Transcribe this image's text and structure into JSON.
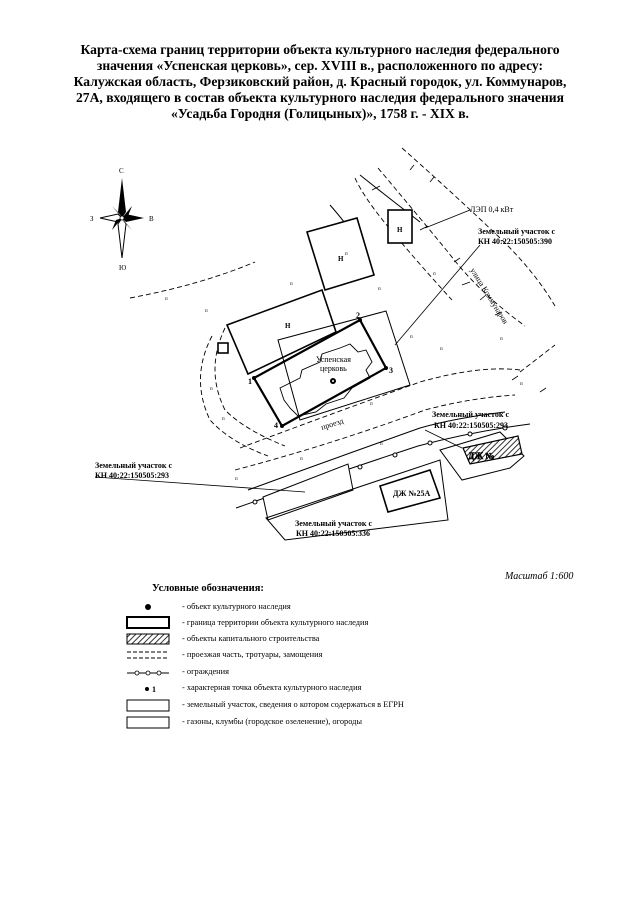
{
  "title": {
    "lines": [
      "Карта-схема границ территории объекта культурного наследия  федерального",
      "значения «Успенская церковь», сер.  XVIII в., расположенного по адресу:",
      "Калужская область, Ферзиковский район, д. Красный городок, ул. Коммунаров,",
      "27А, входящего в состав объекта культурного наследия федерального значения",
      "«Усадьба Городня (Голицыных)», 1758 г. - XIX в."
    ]
  },
  "compass": {
    "north": "С",
    "south": "Ю",
    "west": "З",
    "east": "В"
  },
  "map_labels": {
    "lep": "ЛЭП 0,4 кВт",
    "plot_390_line1": "Земельный участок с",
    "plot_390_line2": "КН 40:22:150505:390",
    "plot_293e_line1": "Земельный участок с",
    "plot_293e_line2": "КН 40:22:150505:293",
    "plot_293w_line1": "Земельный участок с",
    "plot_293w_line2": "КН 40:22:150505:293",
    "plot_336_line1": "Земельный участок с",
    "plot_336_line2": "КН 40:22:150505:336",
    "street": "улица Коммунаров",
    "church_line1": "Успенская",
    "church_line2": "церковь",
    "driveway": "проезд",
    "house": "ДЖ №25А",
    "house_dark": "ДЖ №",
    "building_code": "Н",
    "grass_mark": "п",
    "point_1": "1",
    "point_2": "2",
    "point_3": "3",
    "point_4": "4"
  },
  "scale": "Масштаб 1:600",
  "legend": {
    "title": "Условные обозначения:",
    "items": [
      {
        "symbol": "heritage-object",
        "text": "- объект культурного наследия"
      },
      {
        "symbol": "territory-boundary",
        "text": "- граница территории объекта культурного наследия"
      },
      {
        "symbol": "capital-construction",
        "text": "- объекты капитального строительства"
      },
      {
        "symbol": "roadway",
        "text": "- проезжая часть, тротуары, замощения"
      },
      {
        "symbol": "fence",
        "text": "- ограждения"
      },
      {
        "symbol": "characteristic-point",
        "label": "1",
        "text": "- характерная точка объекта культурного наследия"
      },
      {
        "symbol": "land-plot",
        "text": "- земельный участок, сведения о котором содержаться в ЕГРН"
      },
      {
        "symbol": "lawn",
        "text": "- газоны, клумбы (городское озеленение), огороды"
      }
    ]
  },
  "colors": {
    "ink": "#000000",
    "paper": "#ffffff",
    "hatch": "#333333"
  }
}
